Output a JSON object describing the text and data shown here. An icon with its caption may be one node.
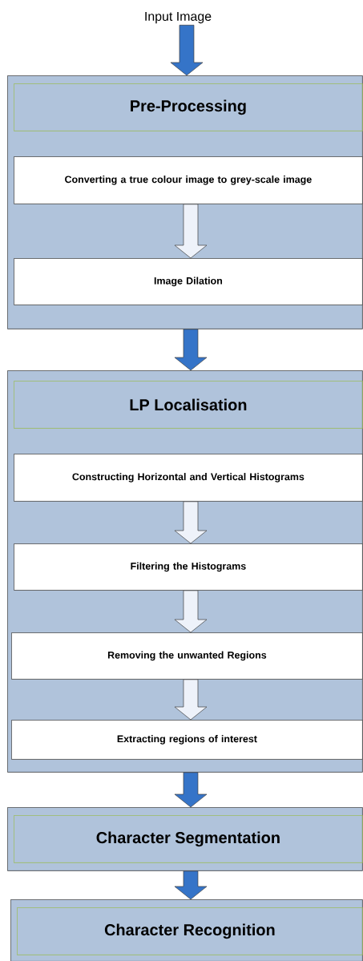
{
  "diagram": {
    "nodes": [
      {
        "text": [
          "Input Image"
        ]
      },
      {
        "text": [
          "Pre-Processing"
        ]
      },
      {
        "text": [
          "Converting a true colour image to grey-scale image"
        ],
        "in": 1
      },
      {
        "text": [
          "Image Dilation"
        ],
        "in": 1
      },
      {
        "text": [
          "LP Localisation"
        ]
      },
      {
        "text": [
          "Constructing Horizontal and Vertical Histograms"
        ],
        "in": 4
      },
      {
        "text": [
          "Filtering the Histograms"
        ],
        "in": 4
      },
      {
        "text": [
          "Removing the unwanted Regions"
        ],
        "in": 4
      },
      {
        "text": [
          "Extracting regions of interest"
        ],
        "in": 4
      },
      {
        "text": [
          "Character Segmentation"
        ]
      },
      {
        "text": [
          "Character Recognition"
        ]
      }
    ],
    "edges": [
      {
        "from": 0,
        "to": 1,
        "arrow": "to",
        "color": "#3574c8"
      },
      {
        "from": 2,
        "to": 3,
        "arrow": "to",
        "color": "#eef2fa"
      },
      {
        "from": 1,
        "to": 4,
        "arrow": "to",
        "color": "#3574c8"
      },
      {
        "from": 5,
        "to": 6,
        "arrow": "to",
        "color": "#eef2fa"
      },
      {
        "from": 6,
        "to": 7,
        "arrow": "to",
        "color": "#eef2fa"
      },
      {
        "from": 7,
        "to": 8,
        "arrow": "to",
        "color": "#eef2fa"
      },
      {
        "from": 4,
        "to": 9,
        "arrow": "to",
        "color": "#3574c8"
      },
      {
        "from": 9,
        "to": 10,
        "arrow": "to",
        "color": "#3574c8"
      }
    ]
  }
}
